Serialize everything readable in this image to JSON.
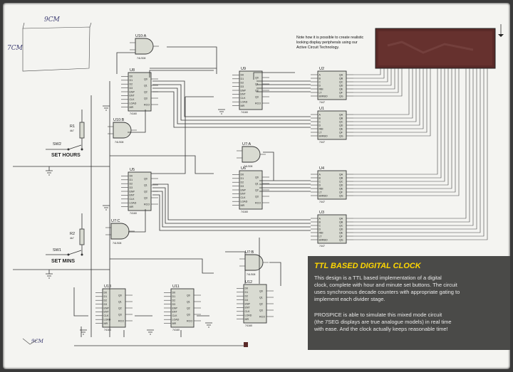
{
  "note": {
    "lines": [
      "Note how it is possible to create realistic",
      "looking display peripherals using our",
      "Active Circuit Technology."
    ]
  },
  "panel": {
    "title": "TTL BASED DIGITAL CLOCK",
    "paragraph1": [
      "This design is a TTL based implementation of a digital",
      "clock, complete with hour and minute set buttons. The circuit",
      "uses synchronous decade counters with appropriate gating to",
      "implement each divider stage."
    ],
    "paragraph2": [
      "PROSPICE is able to simulate this mixed mode circuit",
      "(the 7SEG displays are true analogue models) in real time",
      "with ease. And the clock actually keeps reasonable time!"
    ]
  },
  "switches": {
    "hours": {
      "ref": "SW2",
      "label": "SET HOURS",
      "res_ref": "R1",
      "res_val": "4k7"
    },
    "mins": {
      "ref": "SW1",
      "label": "SET MINS",
      "res_ref": "R2",
      "res_val": "4k7"
    }
  },
  "gates": [
    {
      "ref": "U10:A",
      "part": "74LS08"
    },
    {
      "ref": "U10:B",
      "part": "74LS08"
    },
    {
      "ref": "U7:A",
      "part": "74LS08"
    },
    {
      "ref": "U7:B",
      "part": "74LS08"
    },
    {
      "ref": "U7:C",
      "part": "74LS08"
    }
  ],
  "counters": [
    {
      "ref": "U8",
      "part": "74160"
    },
    {
      "ref": "U9",
      "part": "74160"
    },
    {
      "ref": "U5",
      "part": "74160"
    },
    {
      "ref": "U6",
      "part": "74160"
    },
    {
      "ref": "U13",
      "part": "74160"
    },
    {
      "ref": "U11",
      "part": "74160"
    },
    {
      "ref": "U12",
      "part": "74160"
    }
  ],
  "decoders": [
    {
      "ref": "U2",
      "part": "7447"
    },
    {
      "ref": "U1",
      "part": "7447"
    },
    {
      "ref": "U4",
      "part": "7447"
    },
    {
      "ref": "U3",
      "part": "7447"
    }
  ],
  "counter_pins_left": [
    "D0",
    "D1",
    "D2",
    "D3",
    "ENP",
    "ENT",
    "CLK",
    "LOAD",
    "MR"
  ],
  "counter_pins_right": [
    "Q0",
    "Q1",
    "Q2",
    "Q3",
    "RCO"
  ],
  "decoder_pins_left": [
    "A",
    "B",
    "C",
    "D",
    "RBI",
    "LT",
    "BI/RBO"
  ],
  "decoder_pins_right": [
    "QA",
    "QB",
    "QC",
    "QD",
    "QE",
    "QF",
    "QG"
  ],
  "handwriting": {
    "dim_top": "9CM",
    "dim_side": "7CM",
    "signature": "9CM"
  }
}
